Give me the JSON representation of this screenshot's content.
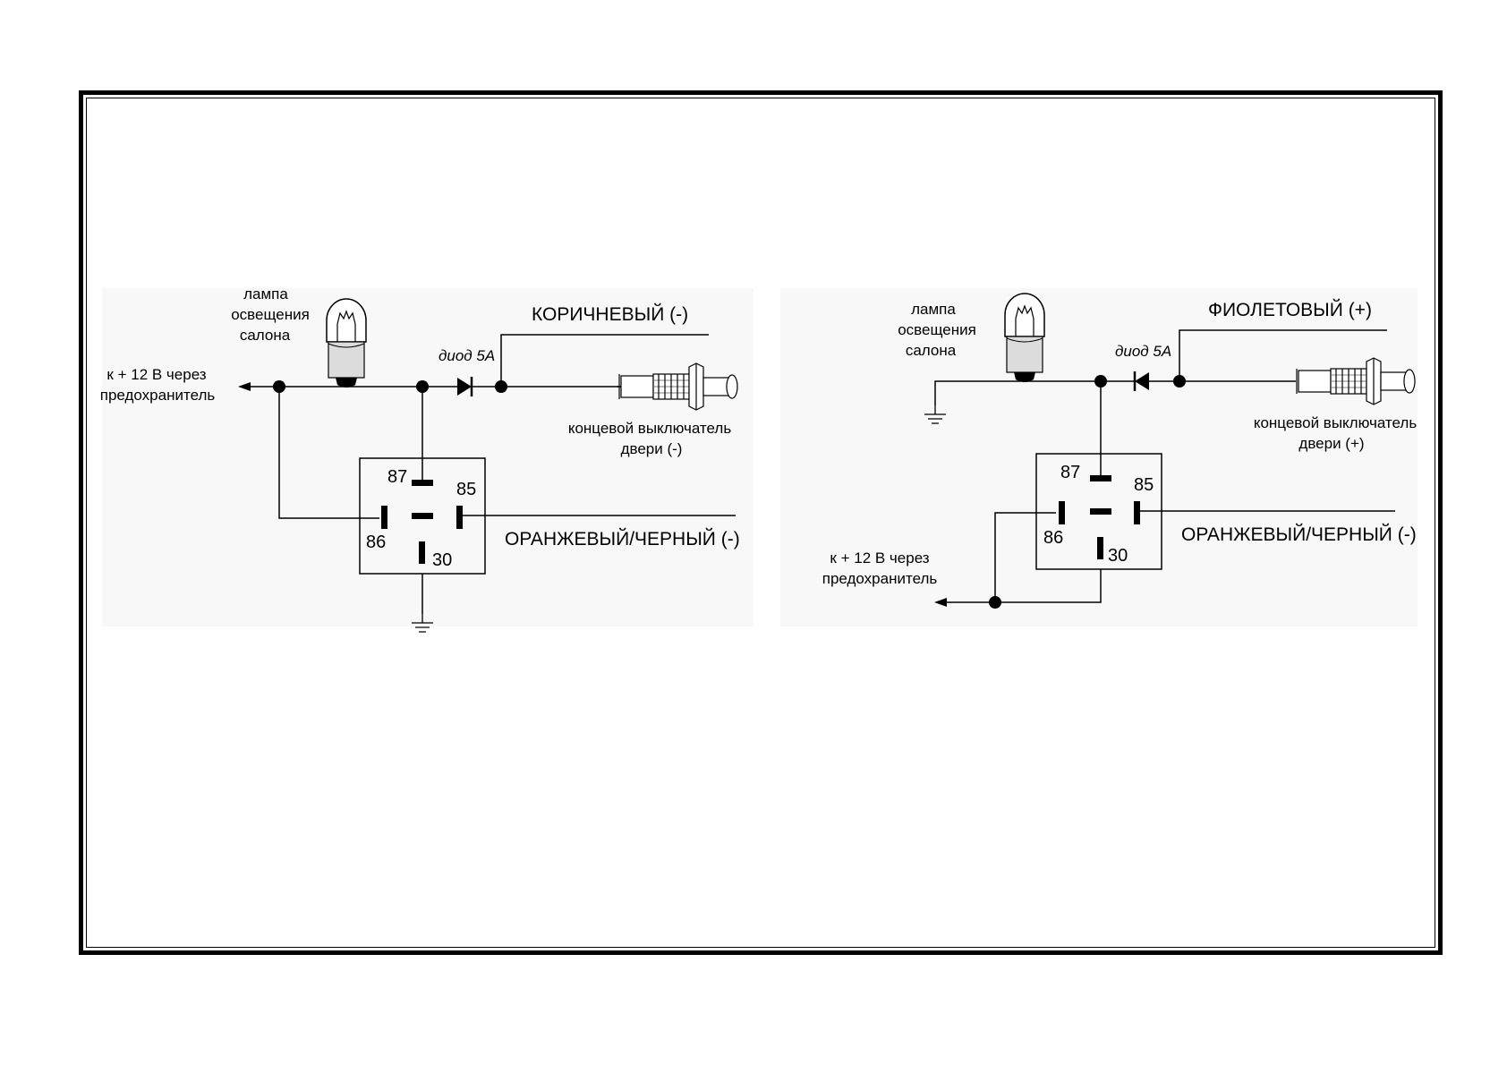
{
  "left": {
    "lamp_label": [
      "лампа",
      "освещения",
      "салона"
    ],
    "supply_label": [
      "к + 12 В через",
      "предохранитель"
    ],
    "wire_top": "КОРИЧНЕВЫЙ (-)",
    "diode": "диод 5А",
    "switch_label": [
      "концевой выключатель",
      "двери (-)"
    ],
    "wire_bottom": "ОРАНЖЕВЫЙ/ЧЕРНЫЙ (-)",
    "pins": {
      "p87": "87",
      "p85": "85",
      "p86": "86",
      "p30": "30"
    }
  },
  "right": {
    "lamp_label": [
      "лампа",
      "освещения",
      "салона"
    ],
    "supply_label": [
      "к + 12 В через",
      "предохранитель"
    ],
    "wire_top": "ФИОЛЕТОВЫЙ (+)",
    "diode": "диод 5А",
    "switch_label": [
      "концевой выключатель",
      "двери (+)"
    ],
    "wire_bottom": "ОРАНЖЕВЫЙ/ЧЕРНЫЙ (-)",
    "pins": {
      "p87": "87",
      "p85": "85",
      "p86": "86",
      "p30": "30"
    }
  },
  "colors": {
    "panel_bg": "#f8f8f8",
    "line": "#000000",
    "lamp_base": "#dcdcdc"
  }
}
